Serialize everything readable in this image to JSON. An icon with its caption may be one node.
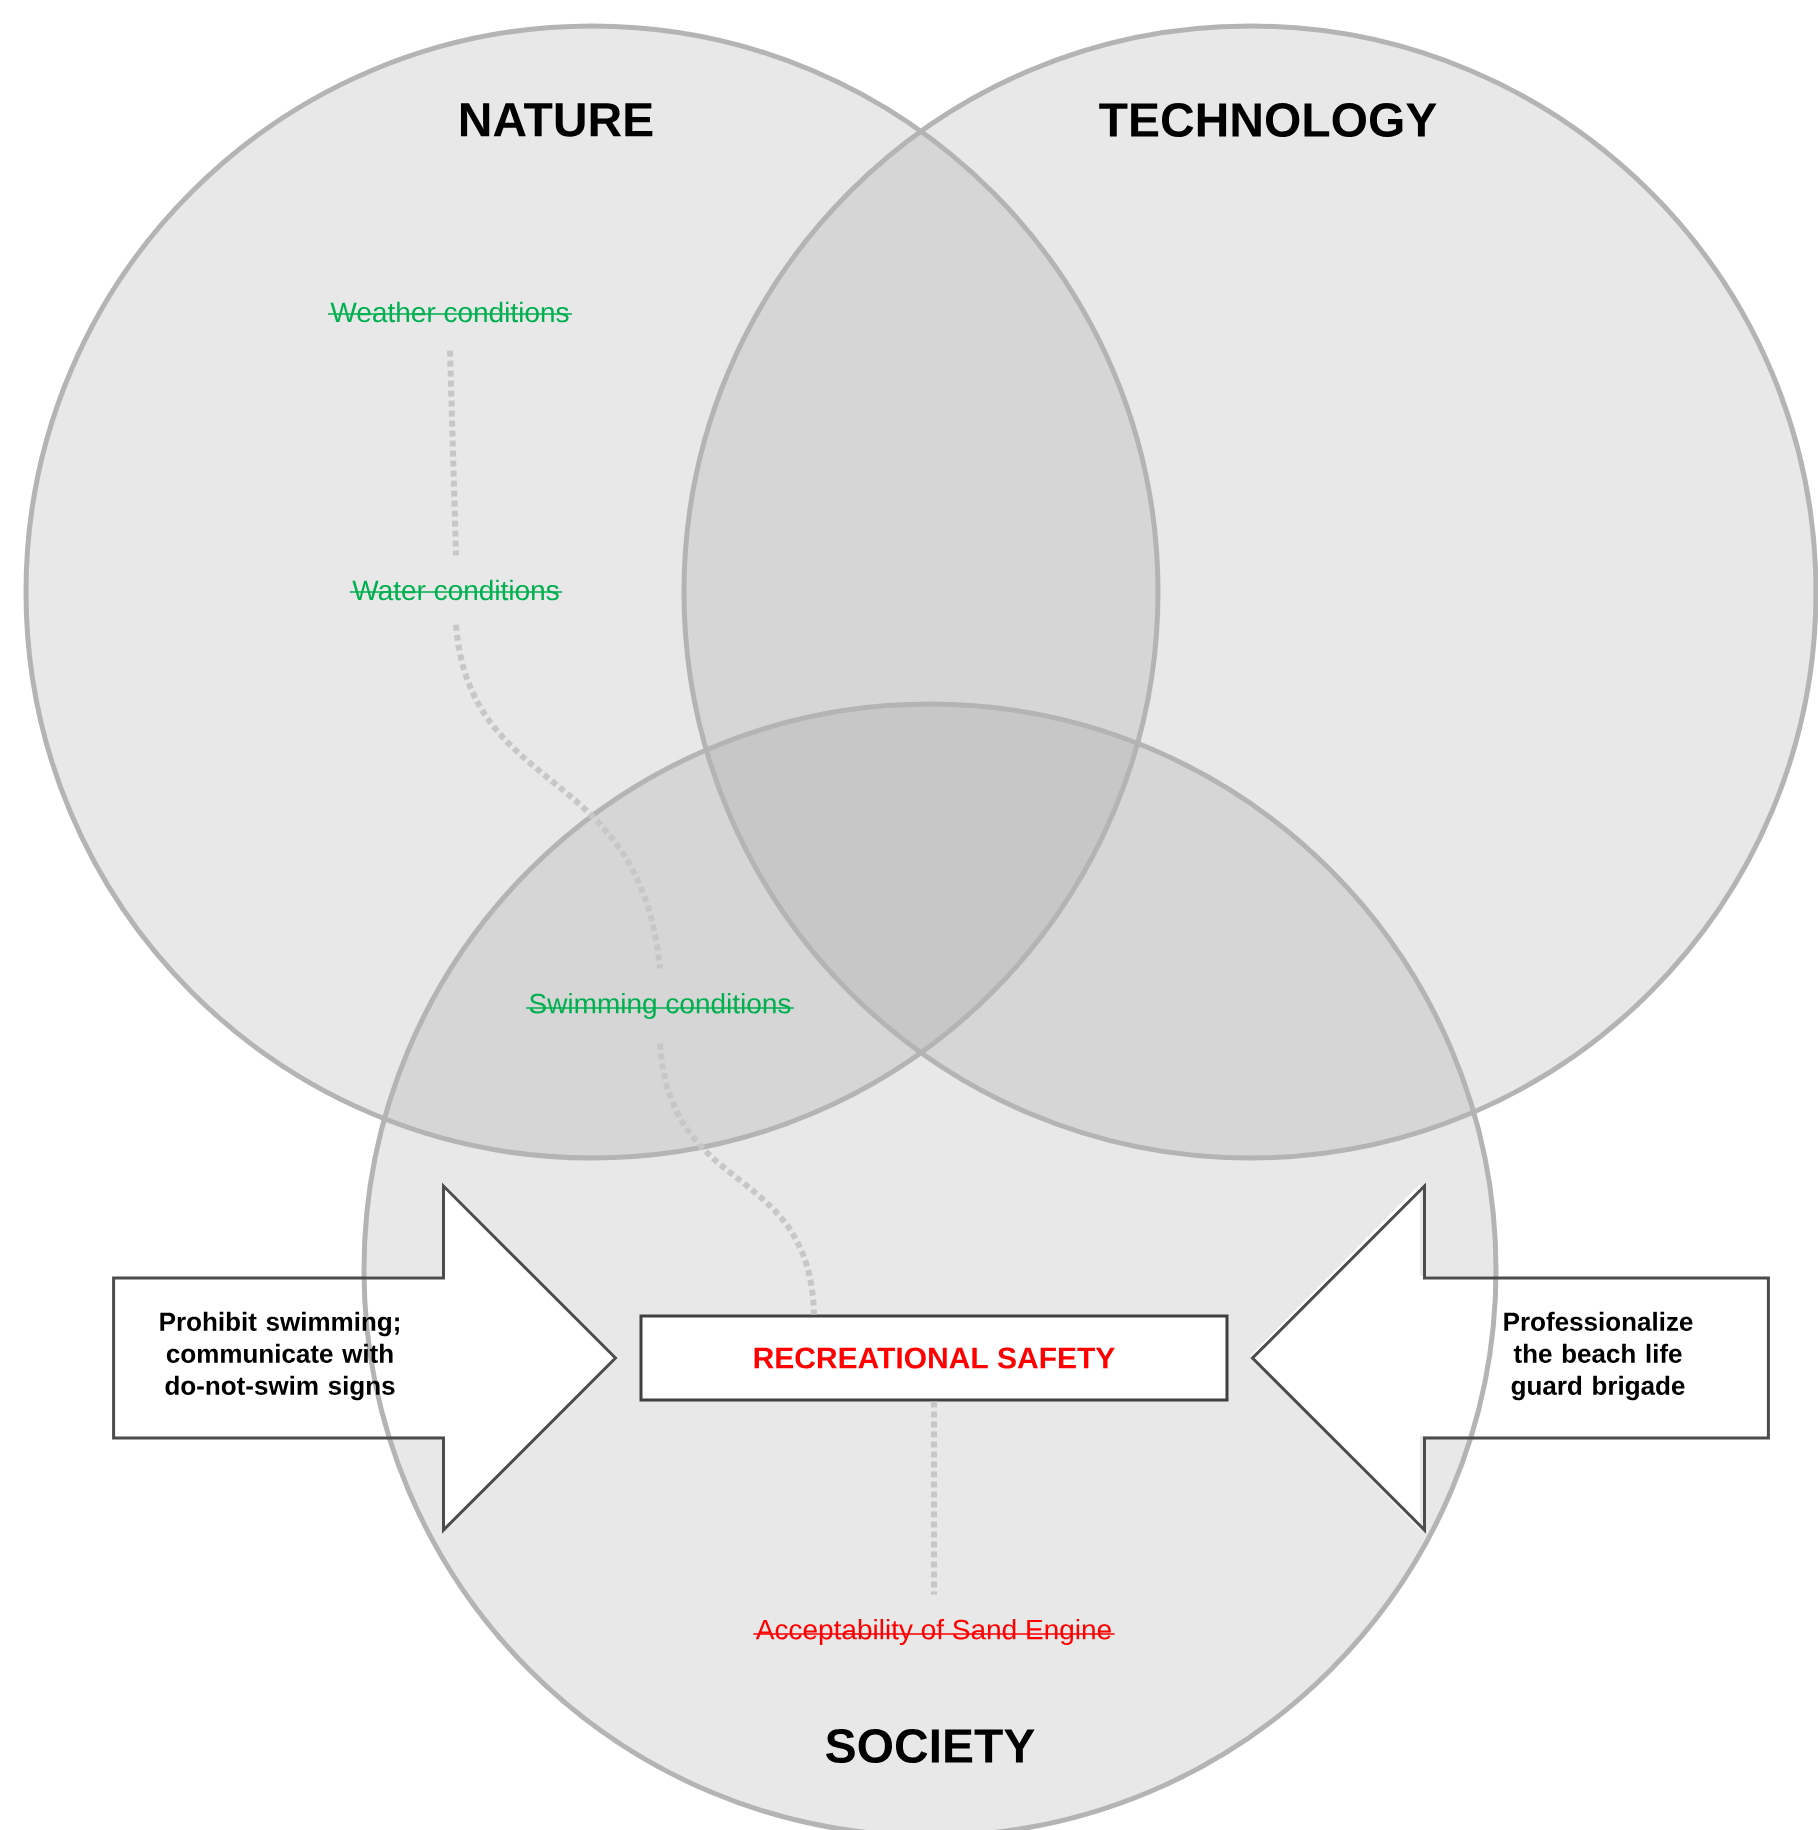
{
  "diagram": {
    "nodes": [
      {
        "text": [
          "NATURE"
        ]
      },
      {
        "text": [
          "TECHNOLOGY"
        ]
      },
      {
        "text": [
          "SOCIETY"
        ]
      },
      {
        "text": [
          "Weather conditions"
        ],
        "in": 0
      },
      {
        "text": [
          "Water conditions"
        ],
        "in": 0
      },
      {
        "text": [
          "Swimming conditions"
        ]
      },
      {
        "text": [
          "RECREATIONAL SAFETY"
        ],
        "in": 2
      },
      {
        "text": [
          "Acceptability of Sand Engine"
        ],
        "in": 2
      },
      {
        "text": [
          "Prohibit swimming; communicate with do-not-swim signs"
        ]
      },
      {
        "text": [
          "Professionalize the beach life guard brigade"
        ]
      }
    ],
    "edges": [
      {
        "from": 3,
        "to": 4,
        "arrow": "none",
        "style": "dashed"
      },
      {
        "from": 4,
        "to": 5,
        "arrow": "none",
        "style": "dashed"
      },
      {
        "from": 5,
        "to": 6,
        "arrow": "none",
        "style": "dashed"
      },
      {
        "from": 6,
        "to": 7,
        "arrow": "none",
        "style": "dashed"
      },
      {
        "from": 8,
        "to": 6,
        "arrow": "to"
      },
      {
        "from": 9,
        "to": 6,
        "arrow": "to"
      }
    ]
  }
}
